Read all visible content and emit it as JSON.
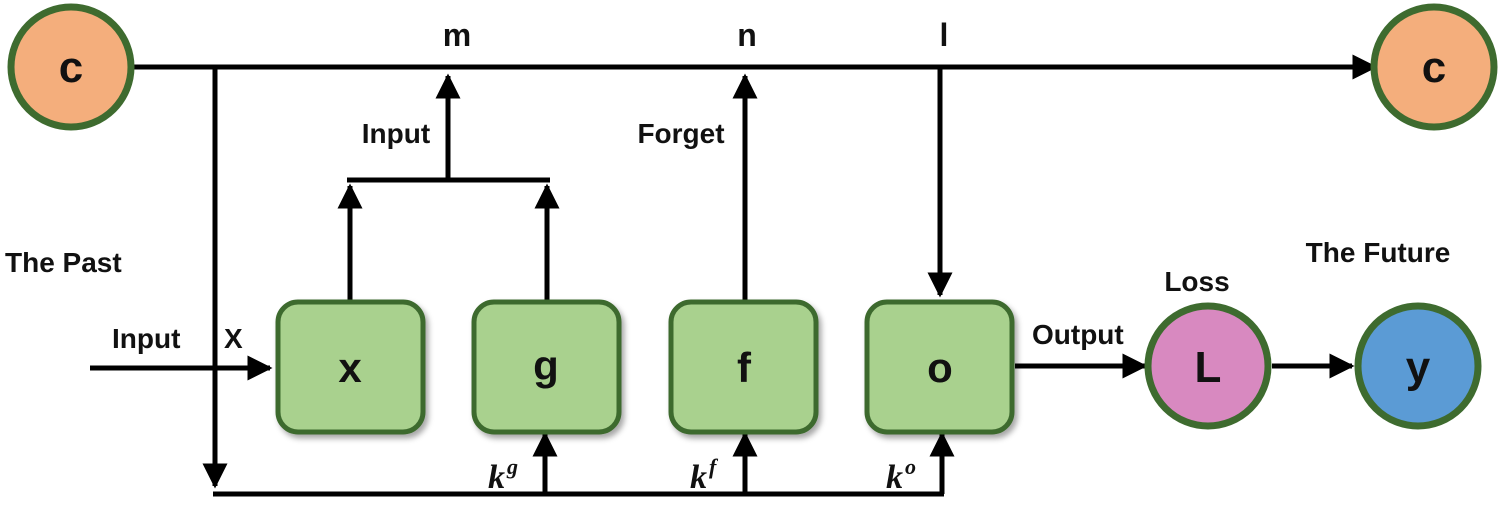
{
  "nodes": {
    "cell_in": "c",
    "cell_out": "c",
    "loss": "L",
    "future": "y"
  },
  "gates": {
    "x": "x",
    "g": "g",
    "f": "f",
    "o": "o"
  },
  "top_labels": {
    "m": "m",
    "n": "n",
    "l": "l"
  },
  "labels": {
    "input_gate": "Input",
    "forget_gate": "Forget",
    "the_past": "The Past",
    "input_left": "Input",
    "x_input": "X",
    "output": "Output",
    "loss": "Loss",
    "the_future": "The Future"
  },
  "weights": {
    "g": {
      "base": "k",
      "sup": "g"
    },
    "f": {
      "base": "k",
      "sup": "f"
    },
    "o": {
      "base": "k",
      "sup": "o"
    }
  },
  "colors": {
    "cell": "#F4AE7C",
    "gate_fill": "#A9D18E",
    "loss": "#D889C0",
    "future": "#5B9BD5",
    "outline": "#3E6B2F",
    "wire": "#000000"
  }
}
